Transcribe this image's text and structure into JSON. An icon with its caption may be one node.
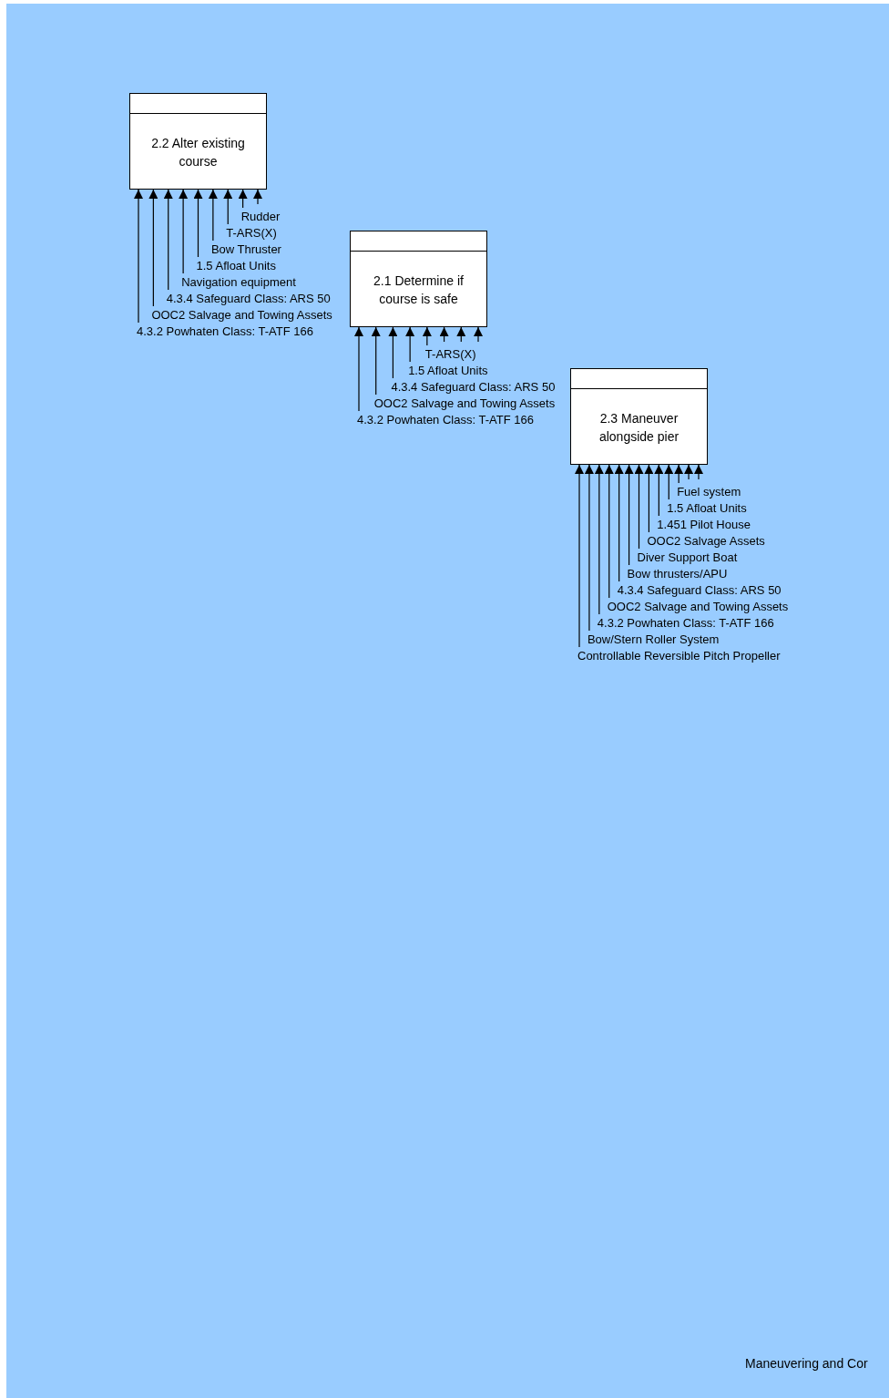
{
  "diagram": {
    "nodes": [
      {
        "text": [
          "2.2 Alter existing course"
        ]
      },
      {
        "text": [
          "2.1 Determine if course is safe"
        ]
      },
      {
        "text": [
          "2.3 Maneuver alongside pier"
        ]
      }
    ],
    "edges": [
      {
        "from": null,
        "to": 0,
        "arrow": "to",
        "label": "T-ARS(X)"
      },
      {
        "from": null,
        "to": 0,
        "arrow": "to",
        "label": "4.3.4 Safeguard Class: ARS 50"
      },
      {
        "from": null,
        "to": 0,
        "arrow": "to",
        "label": "4.3.2 Powhaten Class: T-ATF 166"
      },
      {
        "from": null,
        "to": 0,
        "arrow": "to",
        "label": "1.5 Afloat Units"
      },
      {
        "from": null,
        "to": 0,
        "arrow": "to",
        "label": "OOC2 Salvage and Towing Assets"
      },
      {
        "from": null,
        "to": 0,
        "arrow": "to",
        "label": "Bow Thruster"
      },
      {
        "from": null,
        "to": 0,
        "arrow": "to",
        "label": "Rudder"
      },
      {
        "from": null,
        "to": 0,
        "arrow": "to",
        "label": "Navigation equipment"
      },
      {
        "from": null,
        "to": 0,
        "arrow": "to"
      },
      {
        "from": null,
        "to": 1,
        "arrow": "to",
        "label": "4.3.2 Powhaten Class: T-ATF 166"
      },
      {
        "from": null,
        "to": 1,
        "arrow": "to",
        "label": "T-ARS(X)"
      },
      {
        "from": null,
        "to": 1,
        "arrow": "to",
        "label": "4.3.4 Safeguard Class: ARS 50"
      },
      {
        "from": null,
        "to": 1,
        "arrow": "to",
        "label": "1.5 Afloat Units"
      },
      {
        "from": null,
        "to": 1,
        "arrow": "to",
        "label": "OOC2 Salvage and Towing Assets"
      },
      {
        "from": null,
        "to": 1,
        "arrow": "to"
      },
      {
        "from": null,
        "to": 1,
        "arrow": "to"
      },
      {
        "from": null,
        "to": 1,
        "arrow": "to"
      },
      {
        "from": null,
        "to": 2,
        "arrow": "to",
        "label": "4.3.4 Safeguard Class: ARS 50"
      },
      {
        "from": null,
        "to": 2,
        "arrow": "to",
        "label": "OOC2 Salvage and Towing Assets"
      },
      {
        "from": null,
        "to": 2,
        "arrow": "to",
        "label": "4.3.2 Powhaten Class: T-ATF 166"
      },
      {
        "from": null,
        "to": 2,
        "arrow": "to",
        "label": "1.5 Afloat Units"
      },
      {
        "from": null,
        "to": 2,
        "arrow": "to",
        "label": "1.451 Pilot House"
      },
      {
        "from": null,
        "to": 2,
        "arrow": "to",
        "label": "Bow thrusters/APU"
      },
      {
        "from": null,
        "to": 2,
        "arrow": "to",
        "label": "Bow/Stern Roller System"
      },
      {
        "from": null,
        "to": 2,
        "arrow": "to",
        "label": "Controllable Reversible Pitch Propeller"
      },
      {
        "from": null,
        "to": 2,
        "arrow": "to",
        "label": "Diver Support Boat"
      },
      {
        "from": null,
        "to": 2,
        "arrow": "to",
        "label": "Fuel system"
      },
      {
        "from": null,
        "to": 2,
        "arrow": "to",
        "label": "OOC2 Salvage Assets"
      },
      {
        "from": null,
        "to": 2,
        "arrow": "to"
      },
      {
        "from": null,
        "to": 2,
        "arrow": "to"
      }
    ],
    "labels": [
      "Maneuvering and Cor"
    ]
  }
}
